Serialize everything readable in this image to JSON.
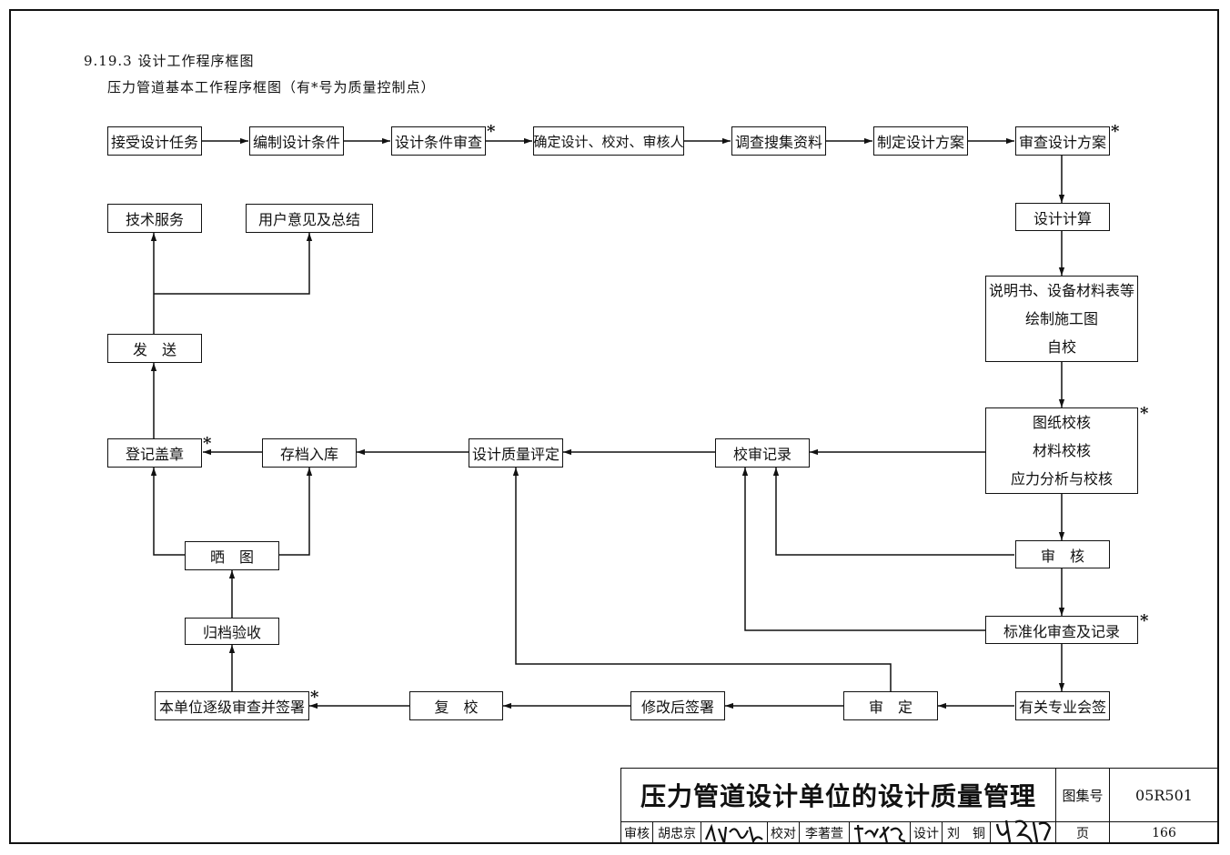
{
  "header": {
    "section": "9.19.3 设计工作程序框图",
    "subtitle": "压力管道基本工作程序框图（有*号为质量控制点）"
  },
  "nodes": {
    "n1": "接受设计任务",
    "n2": "编制设计条件",
    "n3": "设计条件审查",
    "n4": "确定设计、校对、审核人",
    "n5": "调查搜集资料",
    "n6": "制定设计方案",
    "n7": "审查设计方案",
    "n8": "设计计算",
    "n9": [
      "说明书、设备材料表等",
      "绘制施工图",
      "自校"
    ],
    "n10": [
      "图纸校核",
      "材料校核",
      "应力分析与校核"
    ],
    "n11": "审　核",
    "n12": "标准化审查及记录",
    "n13": "有关专业会签",
    "n14": "审　定",
    "n15": "修改后签署",
    "n16": "复　校",
    "n17": "本单位逐级审查并签署",
    "n18": "归档验收",
    "n19": "晒　图",
    "n20": "登记盖章",
    "n21": "存档入库",
    "n22": "设计质量评定",
    "n23": "校审记录",
    "n24": "发　送",
    "n25": "技术服务",
    "n26": "用户意见及总结"
  },
  "star_marker": "*",
  "title_block": {
    "title": "压力管道设计单位的设计质量管理",
    "atlas_label": "图集号",
    "atlas_number": "05R501",
    "page_label": "页",
    "page_number": "166",
    "review_label": "审核",
    "reviewer": "胡忠京",
    "check_label": "校对",
    "checker": "李著萱",
    "design_label": "设计",
    "designer": "刘　铜"
  }
}
